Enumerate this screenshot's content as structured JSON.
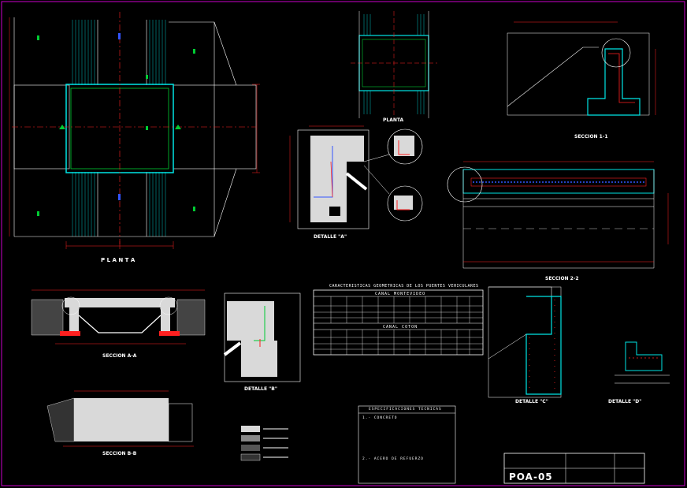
{
  "titles": {
    "planta_main": "P L A N T A",
    "planta_top": "PLANTA",
    "detalle_a": "DETALLE \"A\"",
    "seccion_11": "SECCION 1-1",
    "seccion_22": "SECCION 2-2",
    "seccion_aa": "SECCION A-A",
    "detalle_b": "DETALLE \"B\"",
    "detalle_c": "DETALLE \"C\"",
    "detalle_d": "DETALLE \"D\"",
    "seccion_bb": "SECCION B-B"
  },
  "table": {
    "title": "CARACTERISTICAS GEOMETRICAS DE LOS PUENTES VEHICULARES",
    "group1": "CANAL MONTEVIDEO",
    "group2": "CANAL COTON",
    "columns": 9,
    "rows_per_group": 3
  },
  "specs": {
    "title": "ESPECIFICACIONES TECNICAS",
    "items": [
      "1.- CONCRETO",
      "2.- ACERO DE REFUERZO"
    ]
  },
  "title_block": {
    "sheet_code": "POA-05"
  },
  "colors": {
    "background": "#000000",
    "line_white": "#ffffff",
    "line_red": "#ff2020",
    "line_cyan": "#00e5e5",
    "line_green": "#00cc33",
    "line_blue": "#3355ff",
    "line_magenta": "#ff33cc",
    "border_magenta": "#cc00cc",
    "fill_gray": "#d9d9d9"
  }
}
